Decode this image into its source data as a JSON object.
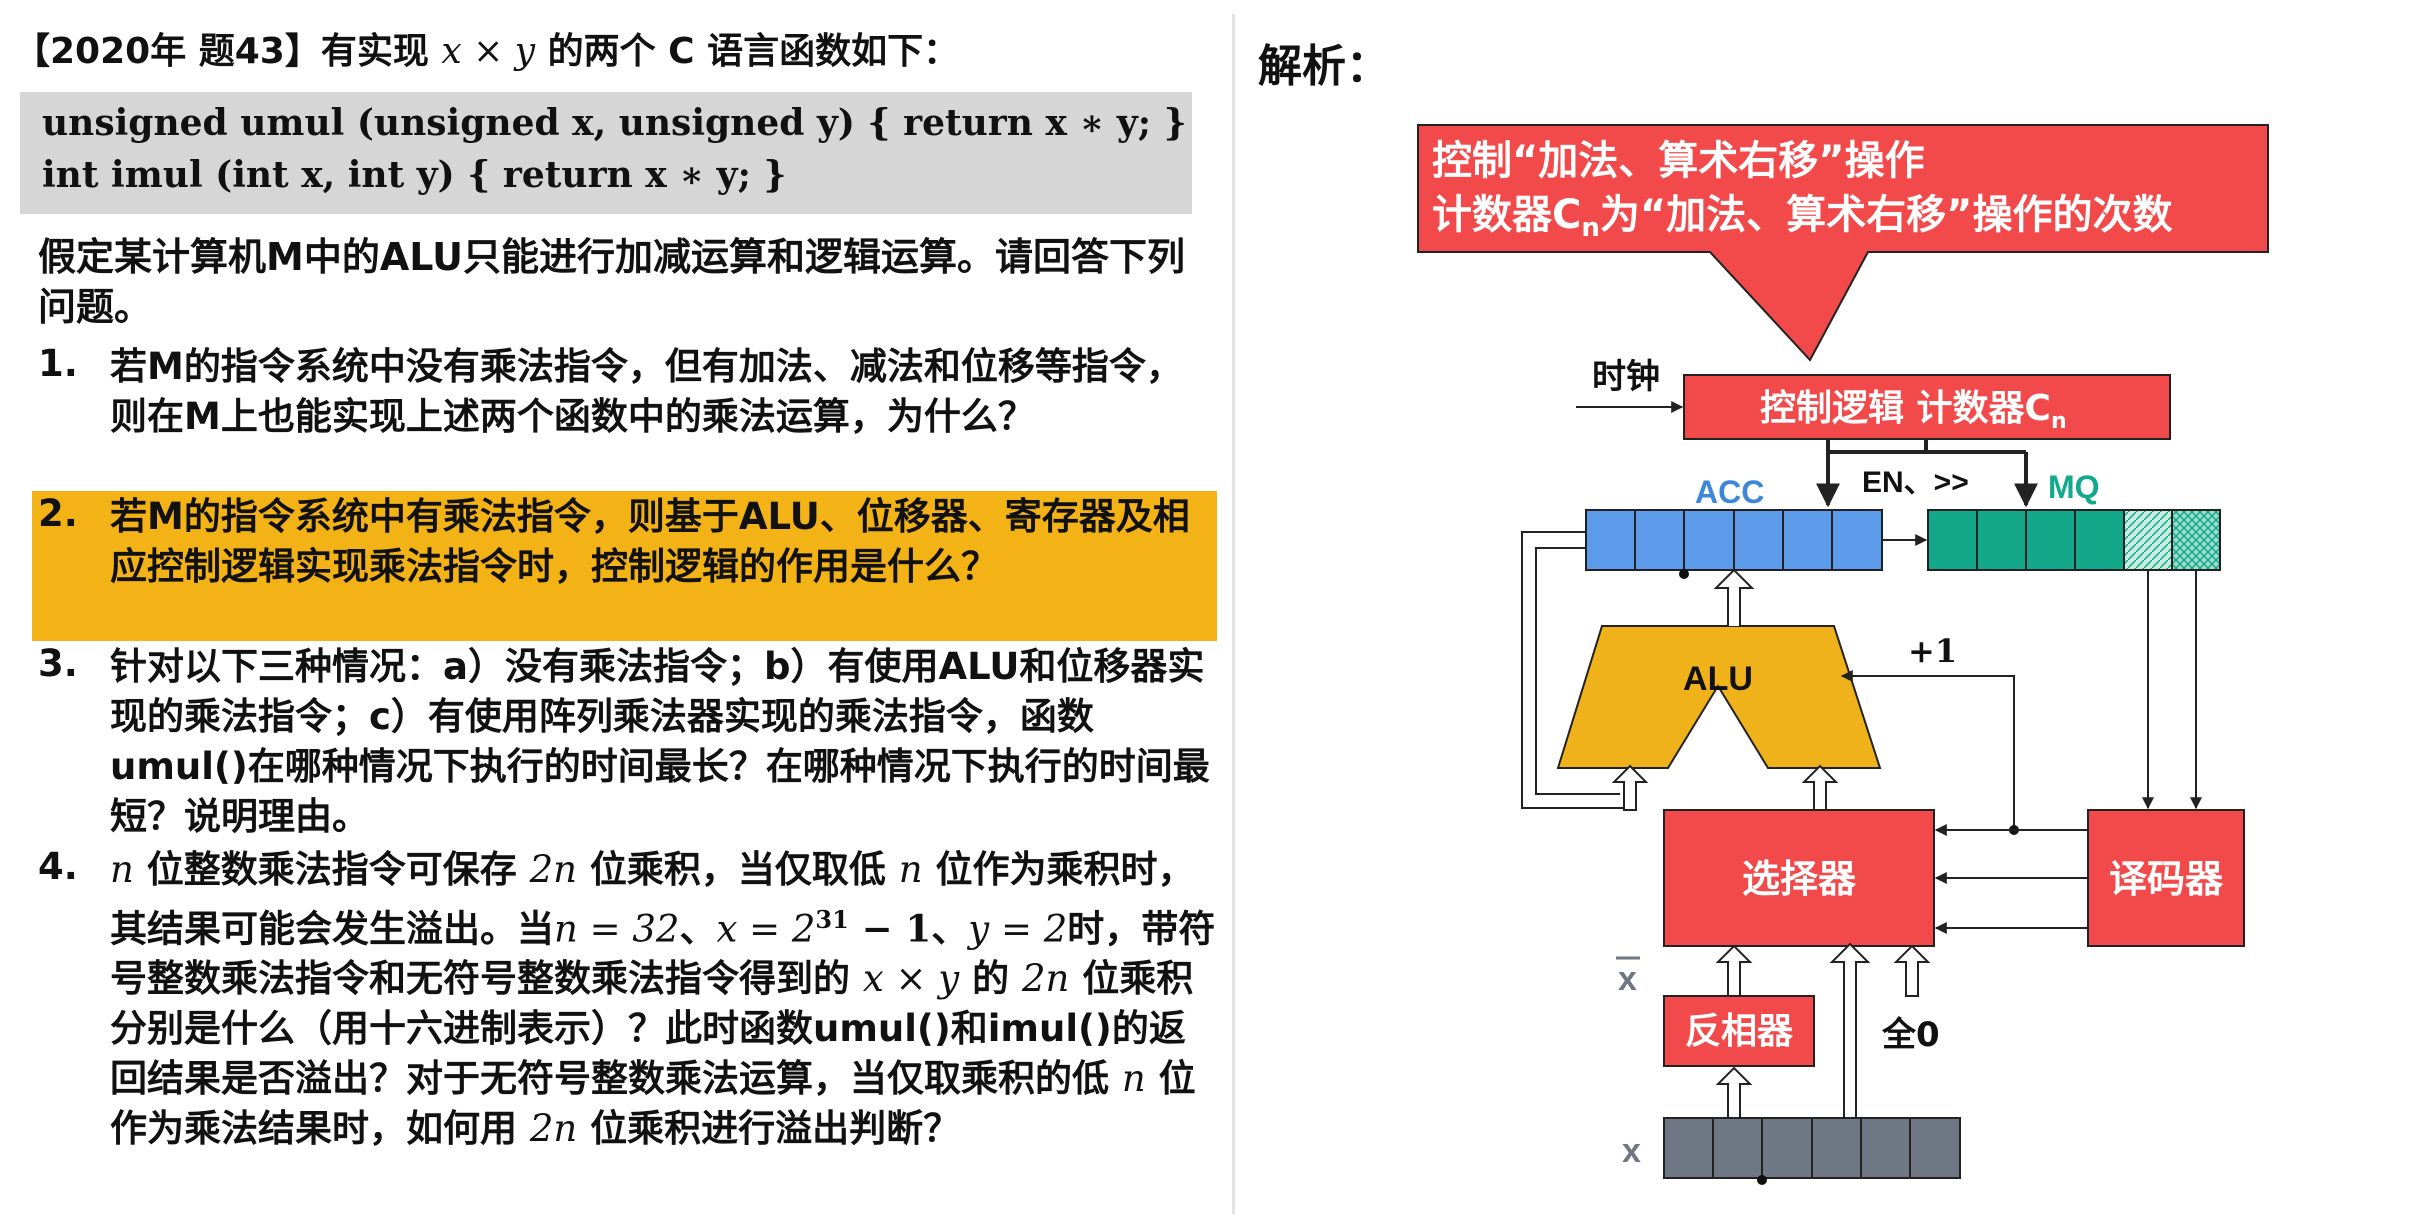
{
  "question": {
    "title": "【2020年 题43】有实现",
    "title_expr": "x × y",
    "title_tail": "的两个 C 语言函数如下：",
    "code_line_1": "unsigned  umul (unsigned x, unsigned y)  { return x ∗ y; }",
    "code_line_2": "int  imul (int x, int y)  { return x ∗ y; }",
    "intro": "假定某计算机M中的ALU只能进行加减运算和逻辑运算。请回答下列问题。",
    "items": [
      {
        "num": "1.",
        "text": "若M的指令系统中没有乘法指令，但有加法、减法和位移等指令，则在M上也能实现上述两个函数中的乘法运算，为什么？"
      },
      {
        "num": "2.",
        "text": "若M的指令系统中有乘法指令，则基于ALU、位移器、寄存器及相应控制逻辑实现乘法指令时，控制逻辑的作用是什么？"
      },
      {
        "num": "3.",
        "text": "针对以下三种情况：a）没有乘法指令；b）有使用ALU和位移器实现的乘法指令；c）有使用阵列乘法器实现的乘法指令，函数umul()在哪种情况下执行的时间最长？在哪种情况下执行的时间最短？说明理由。"
      }
    ],
    "item4": {
      "num": "4.",
      "p1": "n",
      "p2": " 位整数乘法指令可保存 ",
      "p3": "2n",
      "p4": " 位乘积，当仅取低 ",
      "p5": "n",
      "p6": " 位作为乘积时，其结果可能会发生溢出。当",
      "p7": "n = 32",
      "p8": "、",
      "p9": "x = 2",
      "p10": "31",
      "p11": " − 1",
      "p12": "、",
      "p13": "y = 2",
      "p14": "时，带符号整数乘法指令和无符号整数乘法指令得到的 ",
      "p15": "x × y",
      "p16": " 的 ",
      "p17": "2n",
      "p18": " 位乘积分别是什么（用十六进制表示）？此时函数umul()和imul()的返回结果是否溢出？对于无符号整数乘法运算，当仅取乘积的低 ",
      "p19": "n",
      "p20": " 位作为乘法结果时，如何用 ",
      "p21": "2n",
      "p22": " 位乘积进行溢出判断？"
    }
  },
  "analysis": {
    "heading": "解析：",
    "callout_line_1": "控制“加法、算术右移”操作",
    "callout_line_2_a": "计数器C",
    "callout_line_2_sub": "n",
    "callout_line_2_b": "为“加法、算术右移”操作的次数",
    "clock": "时钟",
    "control_logic": "控制逻辑  计数器C",
    "control_logic_sub": "n",
    "acc": "ACC",
    "mq": "MQ",
    "en_shift": "EN、>>",
    "alu": "ALU",
    "plus_one": "+1",
    "selector": "选择器",
    "decoder": "译码器",
    "xbar": "x",
    "inverter": "反相器",
    "all_zero": "全0",
    "x": "x"
  },
  "colors": {
    "highlight": "#f3b216",
    "red_block": "#f24a4a",
    "acc_blue": "#5b9bea",
    "mq_green": "#14a88a",
    "alu_yellow": "#f0b21a",
    "x_gray": "#6f7785",
    "acc_label": "#3d86d8",
    "mq_label": "#12a98c"
  }
}
